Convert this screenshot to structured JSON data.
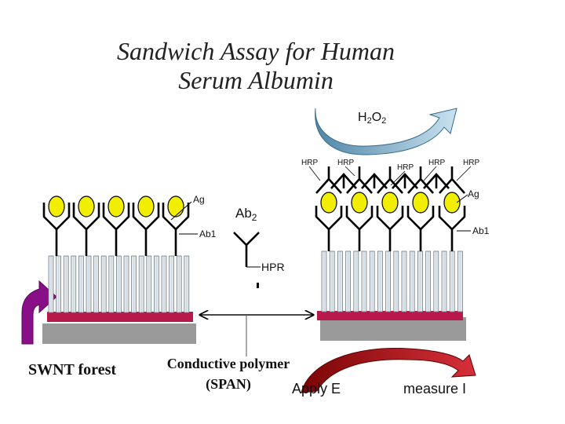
{
  "title": {
    "line1": "Sandwich Assay for Human",
    "line2": "Serum Albumin"
  },
  "labels": {
    "h2o2_main": "H",
    "h2o2_sub1": "2",
    "h2o2_o": "O",
    "h2o2_sub2": "2",
    "hrp": "HRP",
    "ag": "Ag",
    "ab2_main": "Ab",
    "ab2_sub": "2",
    "ab1": "Ab1",
    "hpr": "HPR",
    "swnt": "SWNT forest",
    "polymer_line1": "Conductive polymer",
    "polymer_line2": "(SPAN)",
    "apply_e": "Apply E",
    "measure_i": "measure I"
  },
  "colors": {
    "antigen_fill": "#f2ee00",
    "electrode_red": "#b8184a",
    "substrate_gray": "#9a9a9a",
    "tube_fill": "#d6dde3",
    "purple_arrow": "#880f88",
    "dark_red_arrow": "#9c1010",
    "swoosh_fill": "#5f98b8"
  },
  "icons": {
    "antibody": "y-shaped-antibody-icon",
    "antigen": "yellow-ellipse-antigen-icon",
    "hrp_enzyme": "hrp-enzyme-label-icon"
  }
}
